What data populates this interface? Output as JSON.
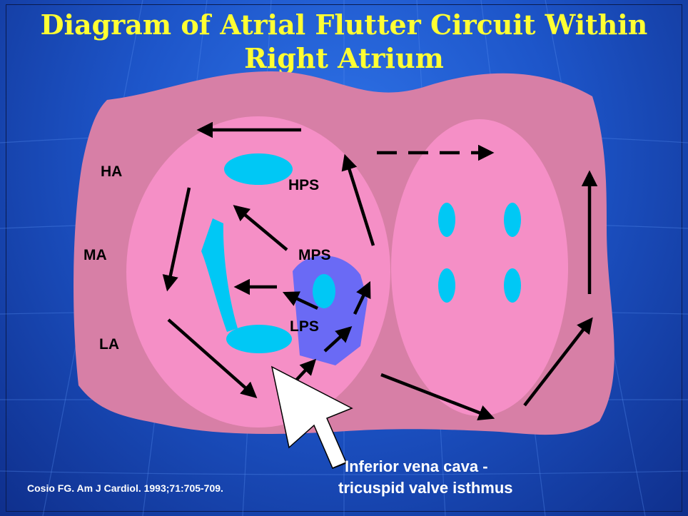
{
  "title": {
    "line1": "Diagram of Atrial Flutter Circuit Within",
    "line2": "Right Atrium"
  },
  "labels": {
    "ha": "HA",
    "ma": "MA",
    "la": "LA",
    "hps": "HPS",
    "mps": "MPS",
    "lps": "LPS"
  },
  "caption": {
    "line1": "Inferior vena cava -",
    "line2": "tricuspid valve isthmus"
  },
  "citation": "Cosio FG. Am J Cardiol. 1993;71:705-709.",
  "colors": {
    "background": "#1d55c9",
    "title": "#ffff33",
    "outer_tissue": "#d77fa6",
    "inner_chamber": "#f58fc6",
    "structures": "#00c8f5",
    "ivc_region": "#6a6af5",
    "arrows": "#000000"
  }
}
